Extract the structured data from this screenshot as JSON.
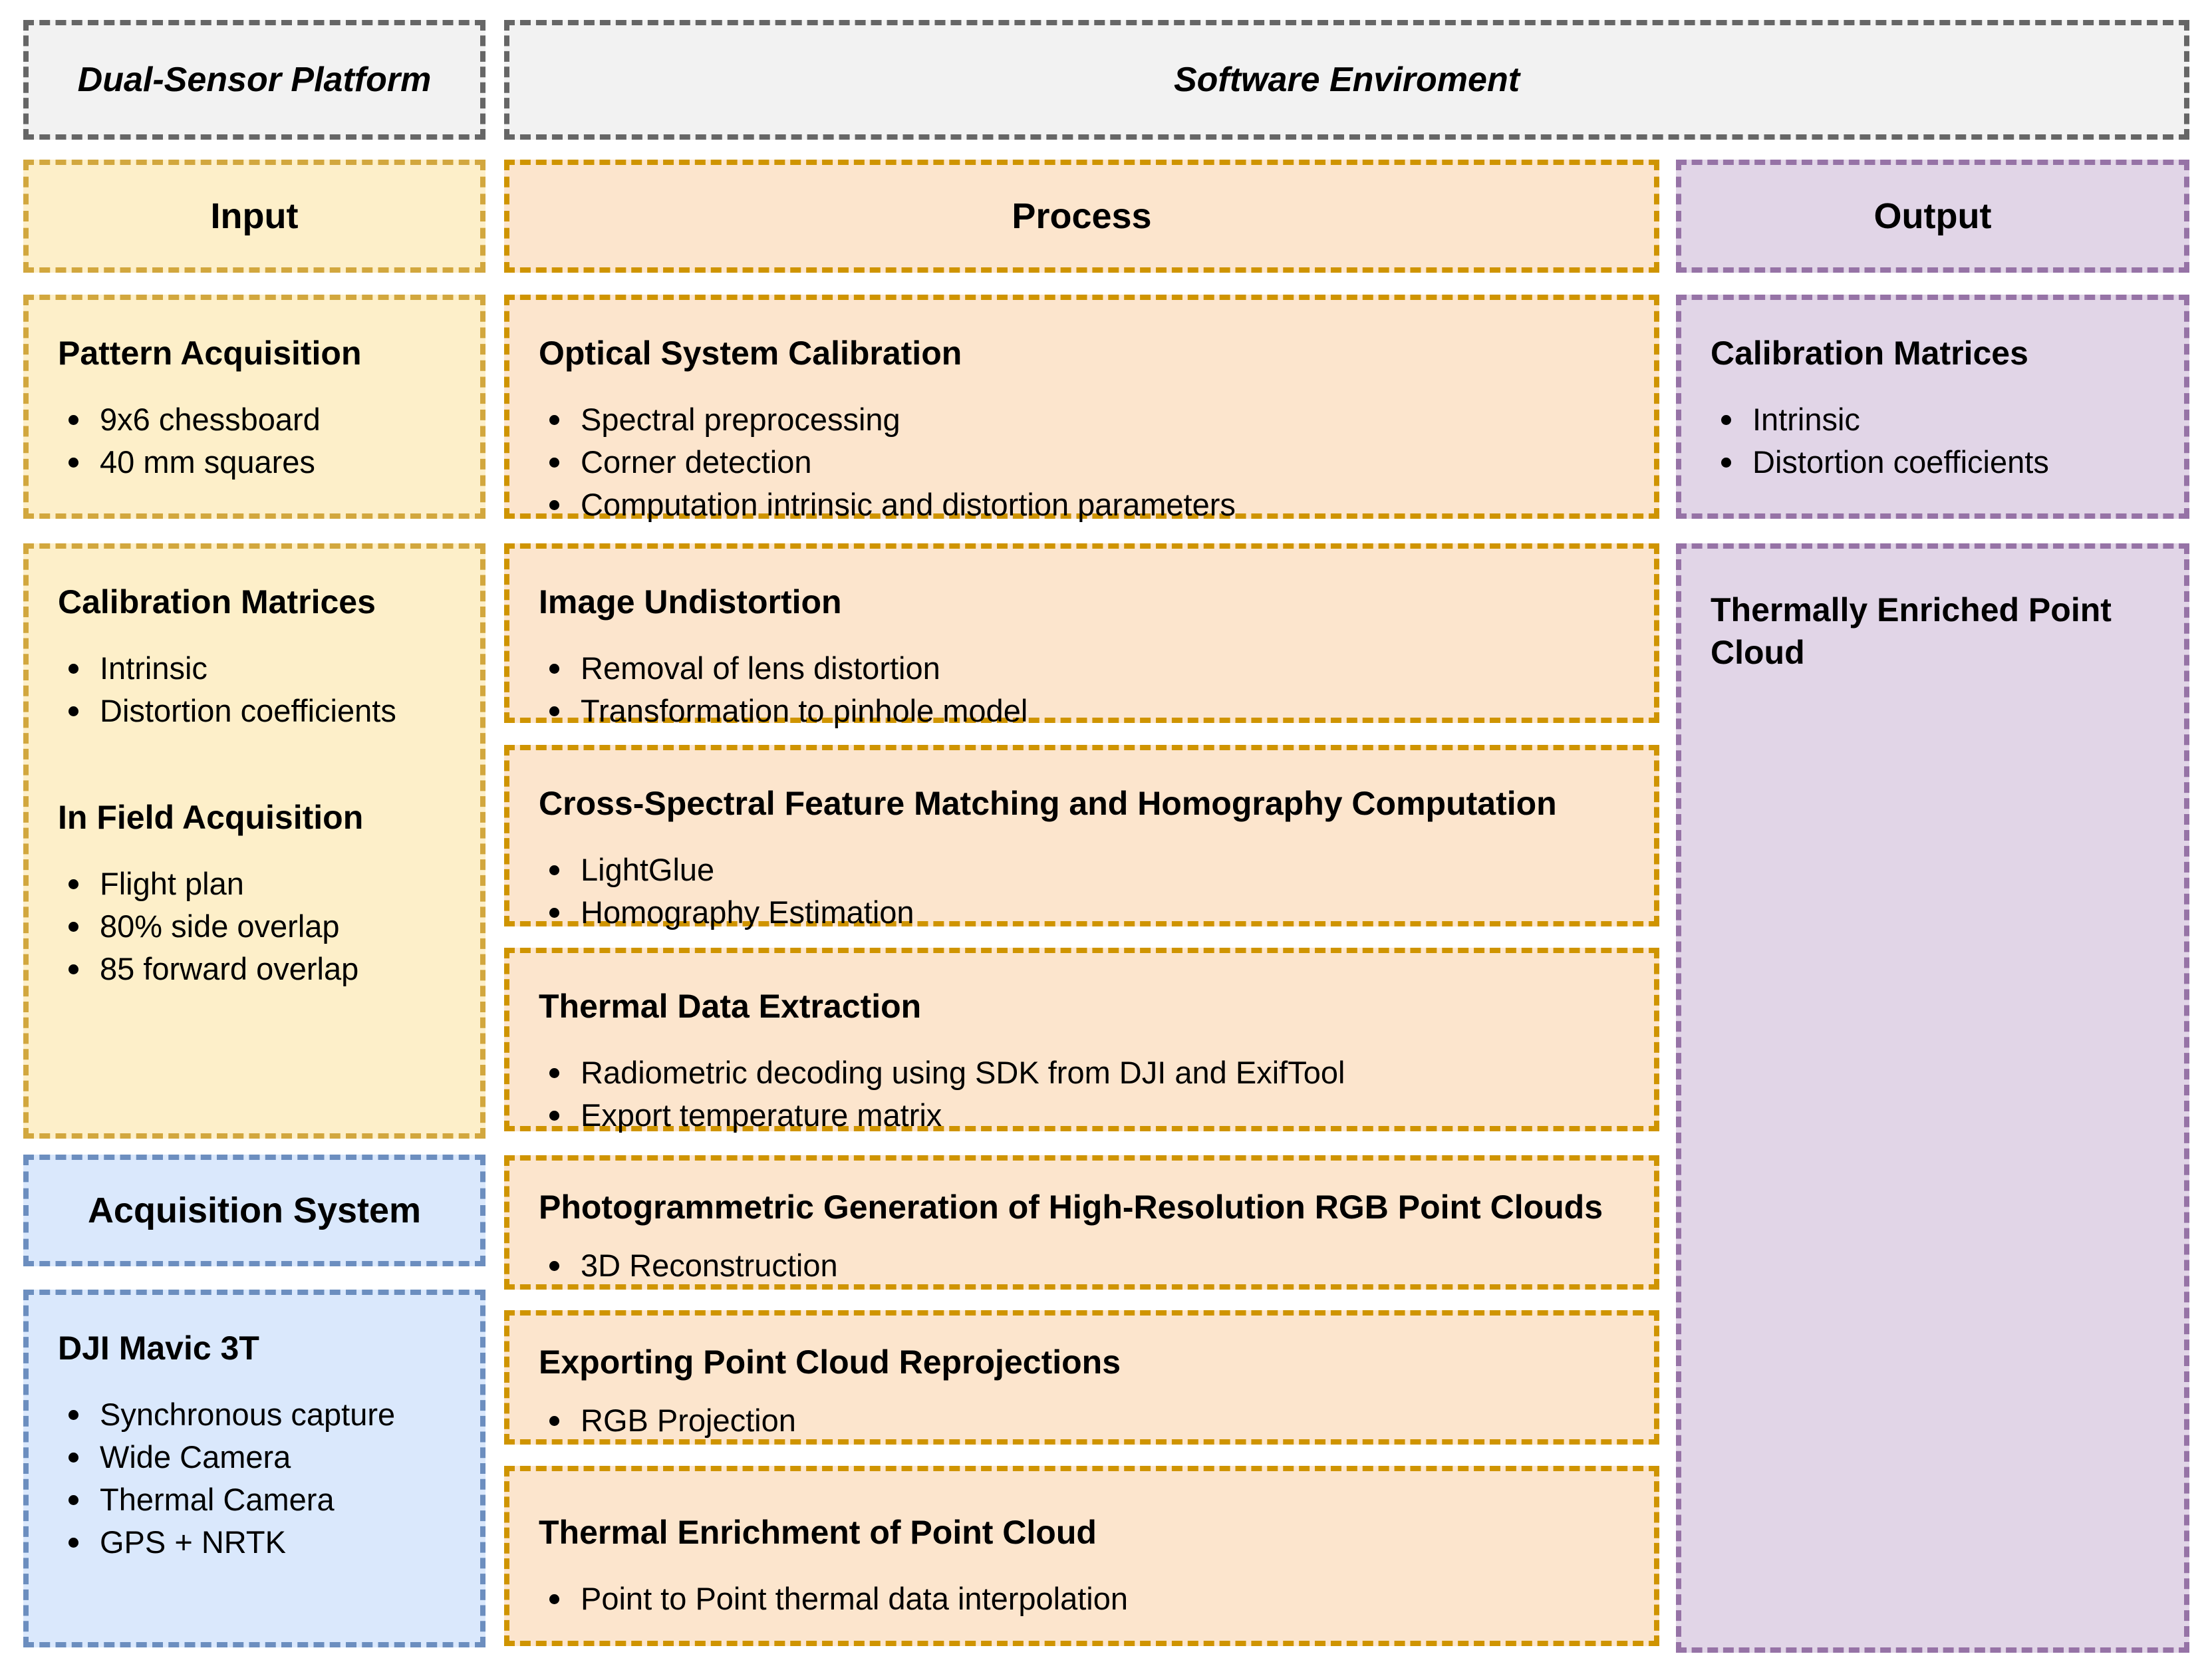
{
  "diagram": {
    "platform_header": "Dual-Sensor Platform",
    "software_header": "Software Enviroment",
    "columns": {
      "input": "Input",
      "process": "Process",
      "output": "Output"
    },
    "input": {
      "pattern": {
        "title": "Pattern Acquisition",
        "bullets": [
          "9x6 chessboard",
          "40 mm squares"
        ]
      },
      "calibration": {
        "title": "Calibration Matrices",
        "bullets": [
          "Intrinsic",
          "Distortion coefficients"
        ]
      },
      "infield": {
        "title": "In Field Acquisition",
        "bullets": [
          "Flight plan",
          "80% side overlap",
          "85 forward overlap"
        ]
      },
      "acquisition_system": {
        "title": "Acquisition System"
      },
      "dji": {
        "title": "DJI Mavic 3T",
        "bullets": [
          "Synchronous capture",
          "Wide Camera",
          "Thermal Camera",
          "GPS + NRTK"
        ]
      }
    },
    "process": {
      "optical": {
        "title": "Optical System Calibration",
        "bullets": [
          "Spectral preprocessing",
          "Corner detection",
          "Computation intrinsic and distortion parameters"
        ]
      },
      "undistortion": {
        "title": "Image Undistortion",
        "bullets": [
          "Removal of lens distortion",
          "Transformation to pinhole model"
        ]
      },
      "cross_spectral": {
        "title": "Cross-Spectral Feature Matching and Homography Computation",
        "bullets": [
          "LightGlue",
          "Homography Estimation"
        ]
      },
      "thermal_extraction": {
        "title": "Thermal Data Extraction",
        "bullets": [
          "Radiometric decoding using SDK from DJI and ExifTool",
          "Export temperature matrix"
        ]
      },
      "photogrammetric": {
        "title": "Photogrammetric Generation of High-Resolution RGB Point Clouds",
        "bullets": [
          "3D Reconstruction"
        ]
      },
      "exporting": {
        "title": "Exporting Point Cloud Reprojections",
        "bullets": [
          "RGB Projection"
        ]
      },
      "enrichment": {
        "title": "Thermal Enrichment of Point Cloud",
        "bullets": [
          "Point to Point thermal data interpolation"
        ]
      }
    },
    "output": {
      "calibration": {
        "title": "Calibration Matrices",
        "bullets": [
          "Intrinsic",
          "Distortion coefficients"
        ]
      },
      "point_cloud": {
        "title": "Thermally Enriched Point Cloud"
      }
    },
    "colors": {
      "gray_fill": "#f2f2f2",
      "gray_border": "#666666",
      "yellow_fill": "#fdefc9",
      "yellow_border": "#d2a73e",
      "orange_fill": "#fce5cd",
      "orange_border": "#cf9400",
      "purple_fill": "#e1d5e7",
      "purple_border": "#9673a6",
      "blue_fill": "#dae8fc",
      "blue_border": "#6c8ebf"
    }
  }
}
